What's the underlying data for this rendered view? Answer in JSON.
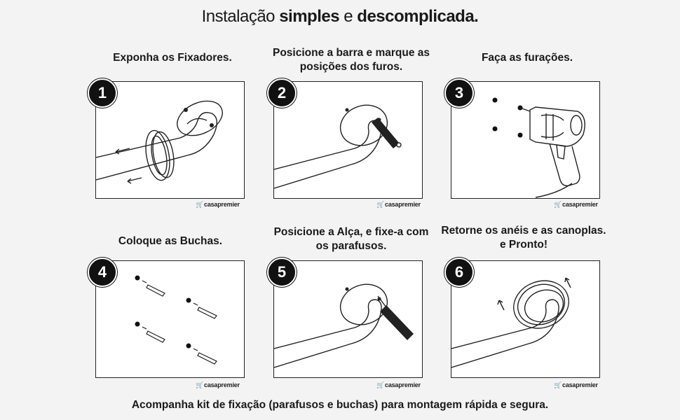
{
  "title": {
    "part1": "Instalação ",
    "part2": "simples",
    "part3": " e ",
    "part4": "descomplicada."
  },
  "steps": [
    {
      "number": "1",
      "caption": "Exponha os Fixadores."
    },
    {
      "number": "2",
      "caption": "Posicione a barra e marque as posições dos furos."
    },
    {
      "number": "3",
      "caption": "Faça as furações."
    },
    {
      "number": "4",
      "caption": "Coloque as Buchas."
    },
    {
      "number": "5",
      "caption": "Posicione a Alça, e fixe-a com os parafusos."
    },
    {
      "number": "6",
      "caption": "Retorne os anéis e as canoplas. e Pronto!"
    }
  ],
  "brand": "casapremier",
  "footer": "Acompanha kit de fixação (parafusos e buchas) para montagem rápida e segura.",
  "colors": {
    "background": "#f3f3f3",
    "badge": "#111111",
    "brand_mark": "#d0202a"
  }
}
